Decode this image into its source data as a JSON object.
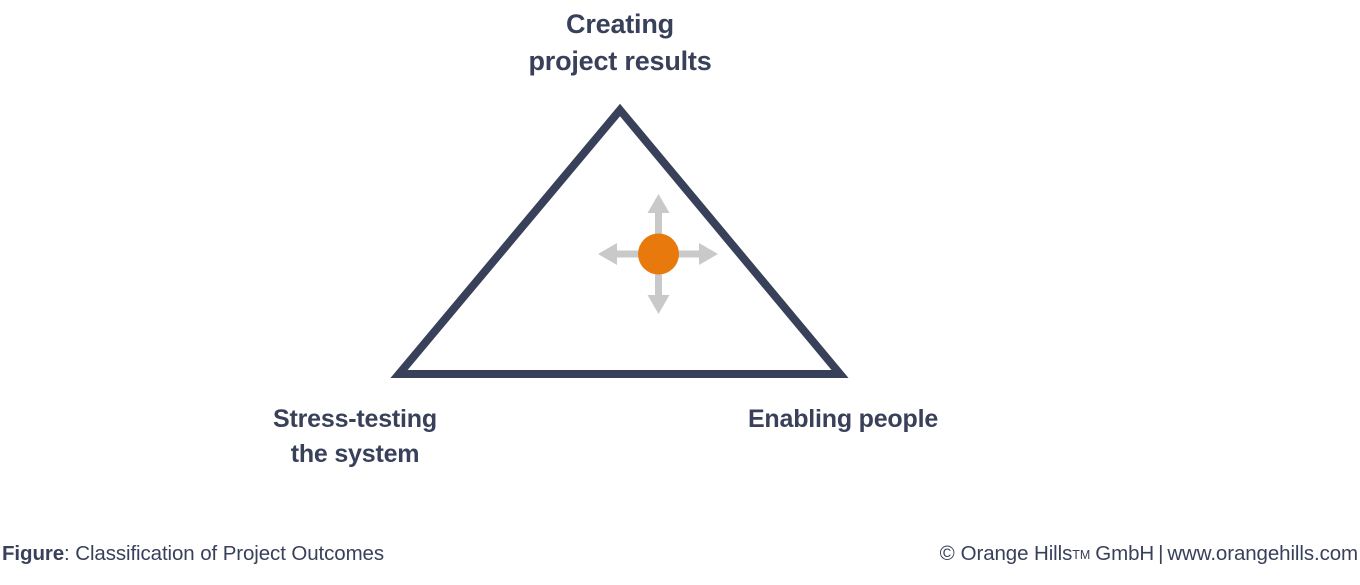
{
  "diagram": {
    "title": "Classification of Project Outcomes",
    "shape": "triangle",
    "corner_labels": {
      "top": "Creating\nproject results",
      "bottom_left": "Stress-testing\nthe system",
      "bottom_right": "Enabling people"
    },
    "center_marker": {
      "name": "orange-dot",
      "color": "#e8790c",
      "arrows": "four-way-move-arrows",
      "arrow_color": "#c9c9c9"
    },
    "colors": {
      "outline": "#39415a",
      "accent": "#e8790c",
      "arrow": "#c9c9c9",
      "background": "#ffffff"
    }
  },
  "footer": {
    "figure_label": "Figure",
    "figure_caption": ": Classification of Project Outcomes",
    "copyright_symbol": "©",
    "company": "Orange Hills",
    "trademark": "TM",
    "legal_form": "GmbH",
    "separator": "|",
    "website": "www.orangehills.com"
  }
}
